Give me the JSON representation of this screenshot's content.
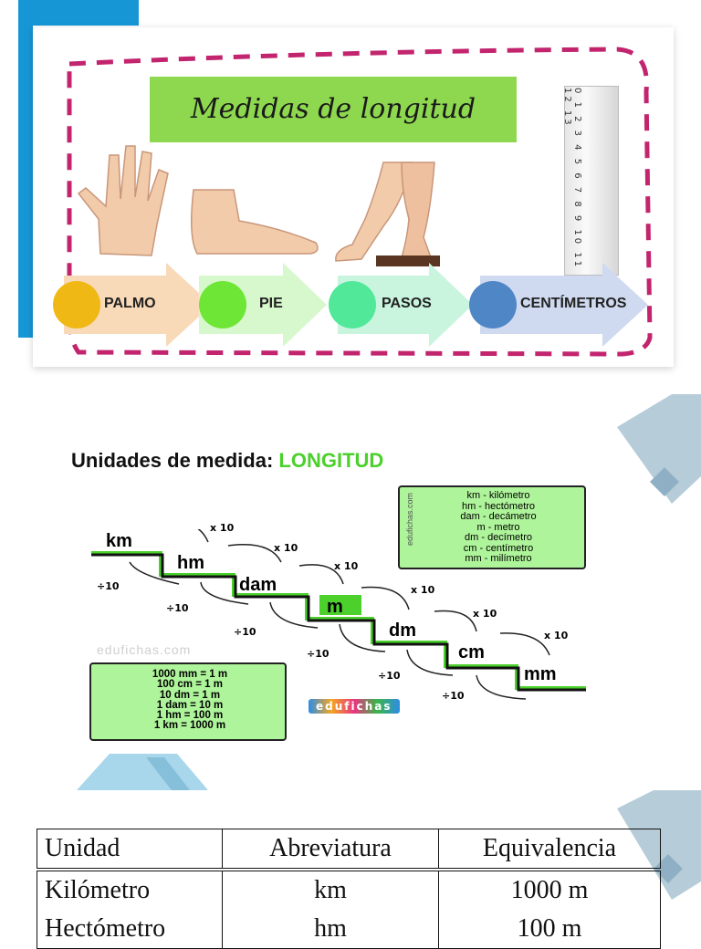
{
  "card": {
    "title": "Medidas de longitud",
    "ruler_numbers": "0 1 2 3 4 5 6 7 8 9 10 11 12 13",
    "steps": [
      {
        "label": "PALMO",
        "circle_color": "#f0b814",
        "arrow_color": "#f8d9b8"
      },
      {
        "label": "PIE",
        "circle_color": "#6ee635",
        "arrow_color": "#d7f7cc"
      },
      {
        "label": "PASOS",
        "circle_color": "#52e89a",
        "arrow_color": "#c9f5df"
      },
      {
        "label": "CENTÍMETROS",
        "circle_color": "#4f86c6",
        "arrow_color": "#cfdaf1"
      }
    ]
  },
  "stairs": {
    "title_prefix": "Unidades de medida:",
    "title_highlight": "LONGITUD",
    "units": [
      "km",
      "hm",
      "dam",
      "m",
      "dm",
      "cm",
      "mm"
    ],
    "multiply_label": "x 10",
    "divide_label": "÷10",
    "legend": [
      "km  -  kilómetro",
      "hm  -  hectómetro",
      "dam  -  decámetro",
      "m  -  metro",
      "dm  -  decímetro",
      "cm  -  centímetro",
      "mm  -  milímetro"
    ],
    "legend_watermark": "edufichas.com",
    "equivalences": [
      "1000 mm = 1 m",
      "100 cm = 1 m",
      "10 dm = 1 m",
      "1 dam = 10 m",
      "1 hm = 100 m",
      "1 km = 1000 m"
    ],
    "watermark": "edufichas.com",
    "logo_text": "edufichas"
  },
  "table": {
    "headers": [
      "Unidad",
      "Abreviatura",
      "Equivalencia"
    ],
    "rows": [
      [
        "Kilómetro",
        "km",
        "1000 m"
      ],
      [
        "Hectómetro",
        "hm",
        "100 m"
      ]
    ]
  }
}
